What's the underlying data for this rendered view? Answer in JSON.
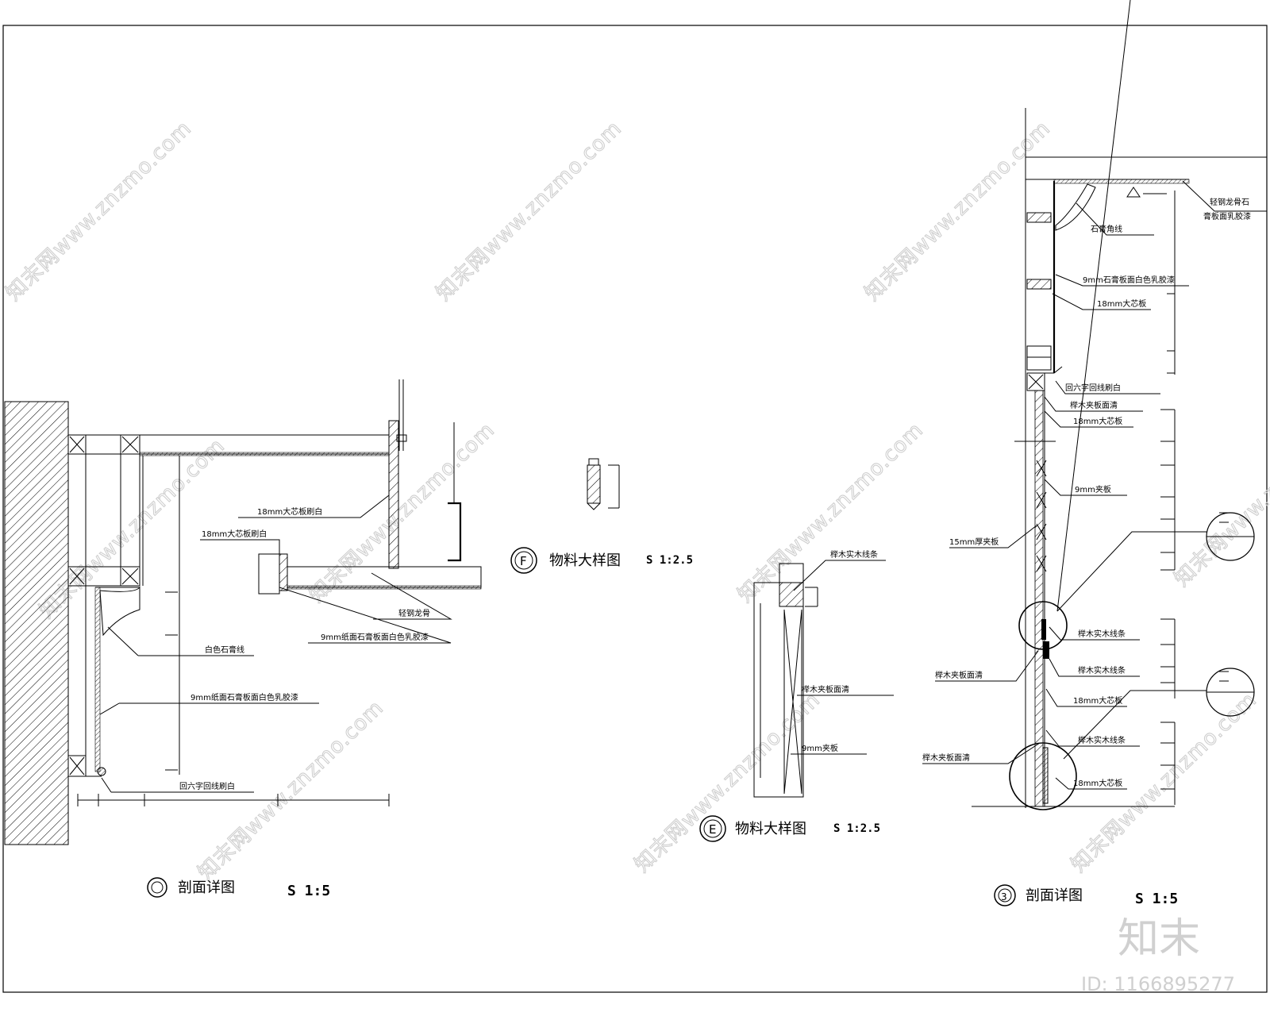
{
  "watermark": {
    "text": "知末网www.znzmo.com",
    "brand": "知末",
    "id_label": "ID: 1166895277"
  },
  "detail_left": {
    "label_1": "18mm大芯板刷白",
    "label_2": "18mm大芯板刷白",
    "label_3": "轻钢龙骨",
    "label_4": "9mm纸面石膏板面白色乳胶漆",
    "label_5": "白色石膏线",
    "label_6": "9mm纸面石膏板面白色乳胶漆",
    "label_7": "回六字回线刷白",
    "title": "剖面详图",
    "scale": "S 1:5"
  },
  "detail_f": {
    "symbol": "F",
    "title": "物料大样图",
    "scale": "S 1:2.5"
  },
  "detail_e": {
    "symbol": "E",
    "label_1": "榉木实木线条",
    "label_2": "榉木夹板面清",
    "label_3": "9mm夹板",
    "title": "物料大样图",
    "scale": "S 1:2.5"
  },
  "detail_right": {
    "symbol": "3",
    "label_1": "轻钢龙骨石",
    "label_1b": "膏板面乳胶漆",
    "label_2": "石膏角线",
    "label_3": "9mm石膏板面白色乳胶漆",
    "label_4": "18mm大芯板",
    "label_5": "回六字回线刷白",
    "label_6": "榉木夹板面清",
    "label_7": "18mm大芯板",
    "label_8": "9mm夹板",
    "label_9": "15mm厚夹板",
    "label_10": "榉木实木线条",
    "label_11": "榉木夹板面清",
    "label_12": "榉木实木线条",
    "label_13": "18mm大芯板",
    "label_14": "榉木实木线条",
    "label_15": "榉木夹板面清",
    "label_16": "18mm大芯板",
    "title": "剖面详图",
    "scale": "S 1:5"
  }
}
